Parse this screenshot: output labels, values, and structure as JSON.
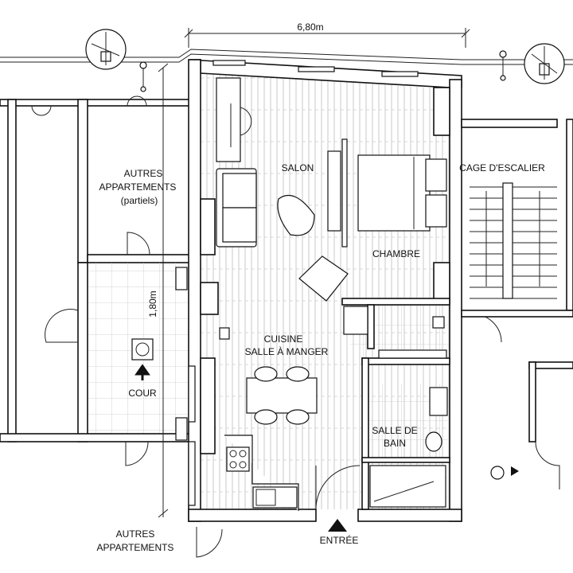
{
  "dimensions": {
    "width_label": "6,80m",
    "height_label": "1,80m"
  },
  "rooms": {
    "salon": "SALON",
    "chambre": "CHAMBRE",
    "cuisine_1": "CUISINE",
    "cuisine_2": "SALLE À MANGER",
    "salle_bain_1": "SALLE DE",
    "salle_bain_2": "BAIN",
    "cage": "CAGE D'ESCALIER",
    "autres_top_1": "AUTRES",
    "autres_top_2": "APPARTEMENTS",
    "autres_top_3": "(partiels)",
    "cour": "COUR",
    "autres_bottom_1": "AUTRES",
    "autres_bottom_2": "APPARTEMENTS",
    "entree": "ENTRÉE"
  },
  "colors": {
    "line": "#111111",
    "floor_stripe": "#bdbdbd",
    "tile": "#c8c8c8"
  }
}
